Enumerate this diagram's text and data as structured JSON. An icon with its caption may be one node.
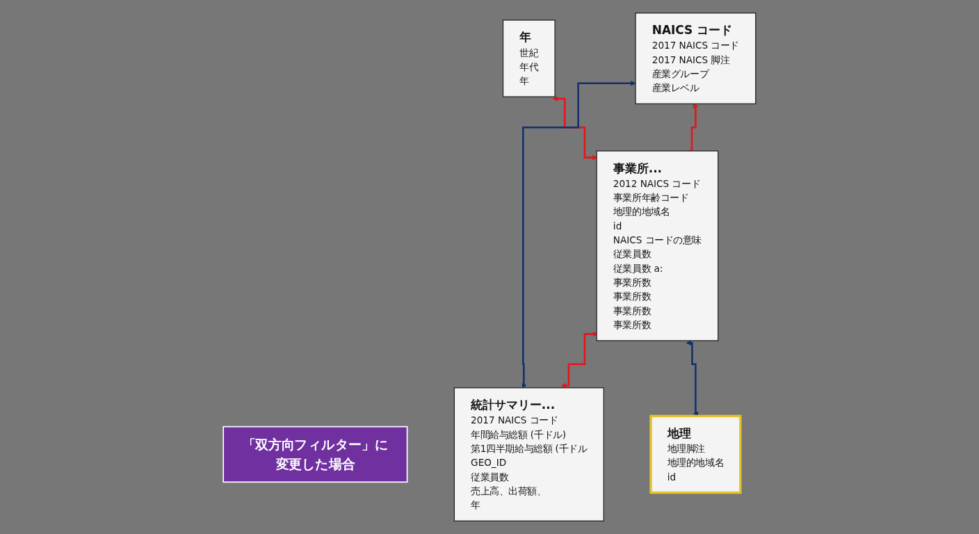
{
  "diagram": {
    "nodes": [
      {
        "text": [
          "年",
          "世紀",
          "年代",
          "年"
        ]
      },
      {
        "text": [
          "NAICS コード",
          "2017 NAICS コード",
          "2017 NAICS 脚注",
          "産業グループ",
          "産業レベル"
        ]
      },
      {
        "text": [
          "「双方向フィルター」に変更した場合"
        ]
      },
      {
        "text": [
          "事業所...",
          "2012 NAICS コード",
          "事業所年齢コード",
          "地理的地域名",
          "id",
          "NAICS コードの意味",
          "従業員数",
          "従業員数 a:",
          "事業所数",
          "事業所数",
          "事業所数",
          "事業所数"
        ]
      },
      {
        "text": [
          "統計サマリー...",
          "2017 NAICS コード",
          "年間給与総額 (千ドル)",
          "第1四半期給与総額 (千ドル",
          "GEO_ID",
          "従業員数",
          "売上高、出荷額、",
          "年"
        ]
      },
      {
        "text": [
          "地理",
          "地理脚注",
          "地理的地域名",
          "id"
        ]
      }
    ],
    "edges": [
      {
        "from": 3,
        "to": 0,
        "arrow": "both",
        "color": "#e8141b"
      },
      {
        "from": 3,
        "to": 1,
        "arrow": "to",
        "color": "#e8141b"
      },
      {
        "from": 4,
        "to": 1,
        "arrow": "both",
        "color": "#13306b"
      },
      {
        "from": 4,
        "to": 3,
        "arrow": "both",
        "color": "#e8141b"
      },
      {
        "from": 5,
        "to": 3,
        "arrow": "both",
        "color": "#13306b"
      }
    ]
  }
}
